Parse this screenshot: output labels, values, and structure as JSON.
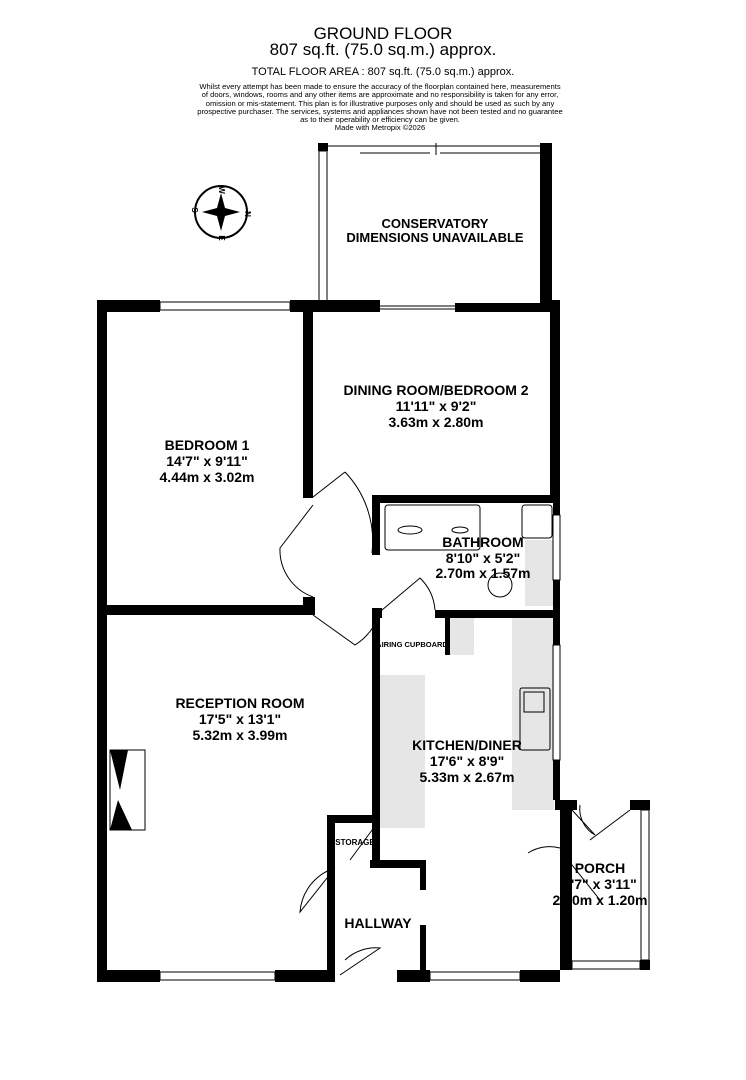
{
  "header": {
    "title": "GROUND FLOOR",
    "area": "807 sq.ft. (75.0 sq.m.) approx.",
    "total": "TOTAL FLOOR AREA : 807 sq.ft. (75.0 sq.m.) approx.",
    "disclaimer": [
      "Whilst every attempt has been made to ensure the accuracy of the floorplan contained here, measurements",
      "of doors, windows, rooms and any other items are approximate and no responsibility is taken for any error,",
      "omission or mis-statement. This plan is for illustrative purposes only and should be used as such by any",
      "prospective purchaser. The services, systems and appliances shown have not been tested and no guarantee",
      "as to their operability or efficiency can be given.",
      "Made with Metropix ©2026"
    ]
  },
  "compass": {
    "n": "N",
    "s": "S",
    "e": "E",
    "w": "W"
  },
  "rooms": [
    {
      "name": "CONSERVATORY",
      "l1": "DIMENSIONS UNAVAILABLE",
      "l2": ""
    },
    {
      "name": "DINING ROOM/BEDROOM 2",
      "l1": "11'11\"  x 9'2\"",
      "l2": "3.63m  x 2.80m"
    },
    {
      "name": "BEDROOM 1",
      "l1": "14'7\"  x 9'11\"",
      "l2": "4.44m  x 3.02m"
    },
    {
      "name": "BATHROOM",
      "l1": "8'10\"  x 5'2\"",
      "l2": "2.70m  x 1.57m"
    },
    {
      "name": "RECEPTION ROOM",
      "l1": "17'5\"  x 13'1\"",
      "l2": "5.32m  x 3.99m"
    },
    {
      "name": "KITCHEN/DINER",
      "l1": "17'6\"  x 8'9\"",
      "l2": "5.33m  x 2.67m"
    },
    {
      "name": "PORCH",
      "l1": "7'7\"  x 3'11\"",
      "l2": "2.30m  x 1.20m"
    },
    {
      "name": "HALLWAY",
      "l1": "",
      "l2": ""
    },
    {
      "name": "AIRING CUPBOARD",
      "l1": "",
      "l2": ""
    },
    {
      "name": "STORAGE",
      "l1": "",
      "l2": ""
    }
  ],
  "colors": {
    "wall": "#000000",
    "counter": "#e6e6e6"
  }
}
